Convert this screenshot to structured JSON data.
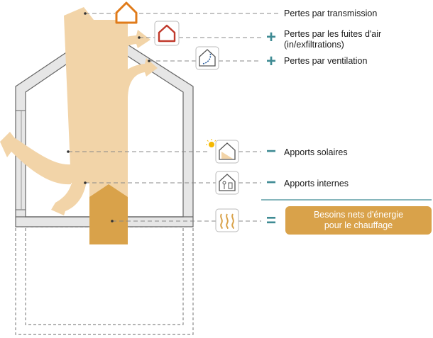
{
  "labels": {
    "transmission": "Pertes par transmission",
    "leaks_line1": "Pertes par les fuites d'air",
    "leaks_line2": "(in/exfiltrations)",
    "ventilation": "Pertes par ventilation",
    "solar": "Apports solaires",
    "internal": "Apports internes"
  },
  "operators": {
    "plus_1": "+",
    "plus_2": "+",
    "minus_1": "−",
    "minus_2": "−",
    "equals": "="
  },
  "result": {
    "line1": "Besoins nets d'énergie",
    "line2": "pour le chauffage"
  },
  "colors": {
    "flow_light": "#f2d4a8",
    "flow_dark": "#d9a24a",
    "wall_fill": "#e6e6e6",
    "wall_stroke": "#666666",
    "operator": "#3f8b94",
    "icon_orange": "#e07b1a",
    "icon_red": "#c0392b",
    "icon_blue": "#2c5e9e"
  },
  "icons": [
    "house-transmission-icon",
    "house-leak-icon",
    "house-ventilation-icon",
    "house-solar-icon",
    "house-internal-icon",
    "heating-icon"
  ]
}
